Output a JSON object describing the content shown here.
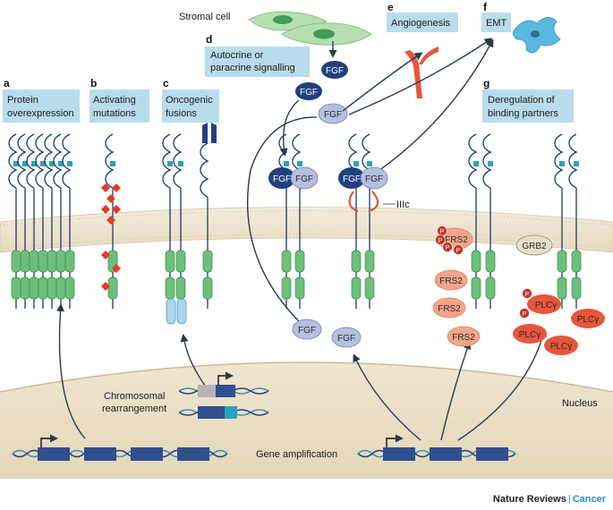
{
  "panels": {
    "a": {
      "letter": "a",
      "line1": "Protein",
      "line2": "overexpression"
    },
    "b": {
      "letter": "b",
      "line1": "Activating",
      "line2": "mutations"
    },
    "c": {
      "letter": "c",
      "line1": "Oncogenic",
      "line2": "fusions"
    },
    "d": {
      "letter": "d",
      "line1": "Autocrine or",
      "line2": "paracrine signalling"
    },
    "e": {
      "letter": "e",
      "line1": "Angiogenesis"
    },
    "f": {
      "letter": "f",
      "line1": "EMT"
    },
    "g": {
      "letter": "g",
      "line1": "Deregulation of",
      "line2": "binding partners"
    }
  },
  "labels": {
    "stromal_cell": "Stromal cell",
    "chromosomal_1": "Chromosomal",
    "chromosomal_2": "rearrangement",
    "nucleus": "Nucleus",
    "gene_amplification": "Gene amplification",
    "iiic": "IIIc"
  },
  "molecules": {
    "fgf": "FGF",
    "frs2": "FRS2",
    "grb2": "GRB2",
    "plcg": "PLCγ",
    "p": "P"
  },
  "footer": {
    "journal": "Nature Reviews",
    "separator": "|",
    "section": "Cancer"
  },
  "colors": {
    "panel_bg": "#b9dcec",
    "receptor_green": "#6cc07a",
    "receptor_outline": "#1e3a6e",
    "fgf_dark": "#22407d",
    "fgf_light": "#b7bfe0",
    "frs2": "#f4a48a",
    "plcg": "#e8553a",
    "mutation_red": "#e03a2a",
    "membrane": "#e8dcc2",
    "nucleus": "#e9dfc7",
    "stroma_green": "#b5dfb0"
  }
}
